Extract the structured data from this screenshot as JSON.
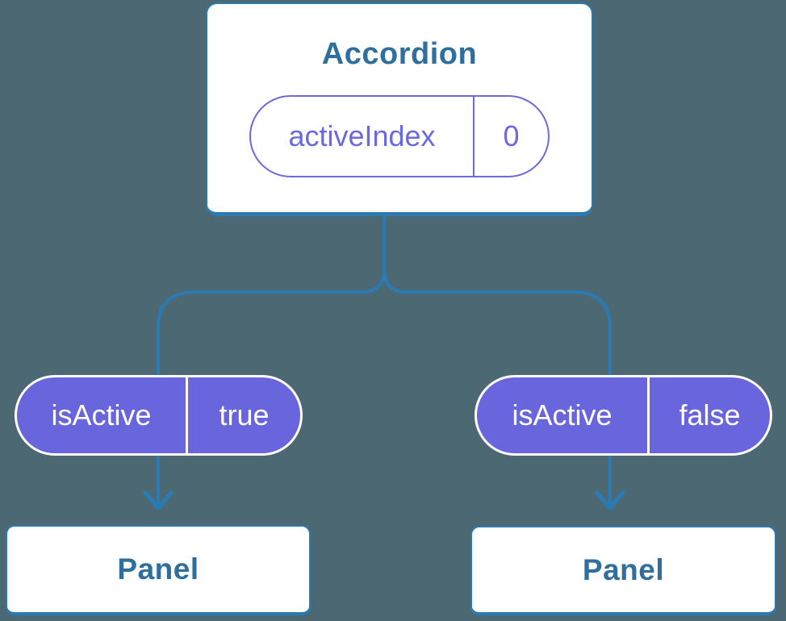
{
  "diagram": {
    "root": {
      "title": "Accordion",
      "prop_name": "activeIndex",
      "prop_value": "0"
    },
    "left_child": {
      "prop_name": "isActive",
      "prop_value": "true",
      "label": "Panel"
    },
    "right_child": {
      "prop_name": "isActive",
      "prop_value": "false",
      "label": "Panel"
    },
    "colors": {
      "background": "#4c6872",
      "connector_blue": "#2b7ab2",
      "node_border_blue": "#2b7ab2",
      "node_text_blue": "#2f6f9e",
      "prop_purple": "#6b69de",
      "pill_fill_purple": "#6965dc",
      "card_fill": "#ffffff"
    }
  }
}
